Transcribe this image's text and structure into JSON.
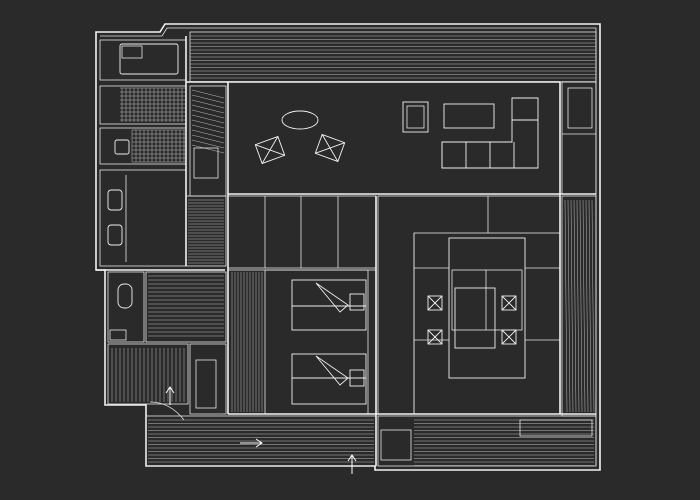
{
  "drawing": {
    "background": "#2a2a2a",
    "line_color": "#f2f2f2",
    "hatch_color": "#bdbdbd"
  },
  "rooms": [
    {
      "id": "living-room",
      "furniture": [
        "dining-table",
        "lounge-chair",
        "lounge-chair",
        "sofa",
        "l-shaped-sofa",
        "coffee-table",
        "armchair"
      ]
    },
    {
      "id": "tatami-room"
    },
    {
      "id": "bedroom",
      "furniture": [
        "bed",
        "bed"
      ]
    },
    {
      "id": "tatami-living",
      "furniture": [
        "low-table",
        "chair",
        "chair",
        "chair",
        "chair"
      ]
    },
    {
      "id": "bathroom",
      "furniture": [
        "toilet",
        "sink",
        "sink",
        "bathtub",
        "shower"
      ]
    },
    {
      "id": "engawa-veranda"
    },
    {
      "id": "entrance"
    }
  ],
  "icons": [
    "entry-arrow-icon",
    "direction-arrow-icon",
    "up-arrow-icon"
  ]
}
